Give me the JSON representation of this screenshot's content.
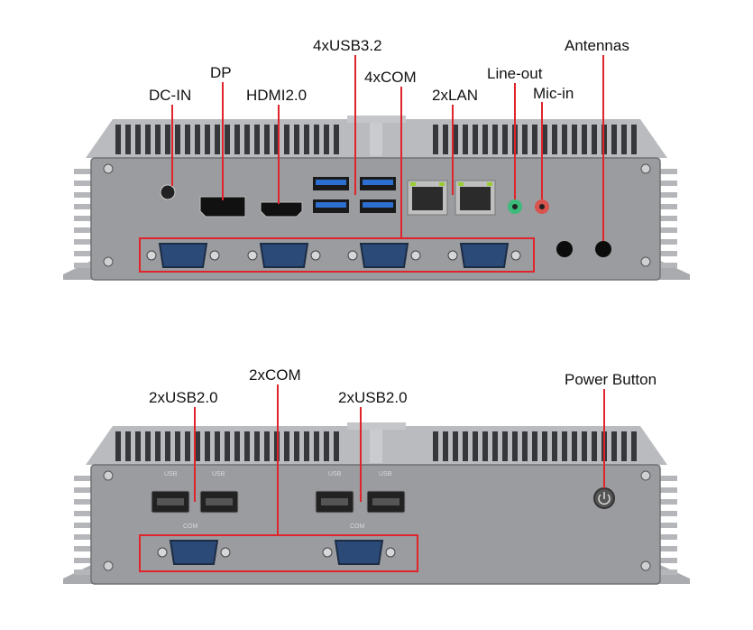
{
  "colors": {
    "callout": "#e0242b",
    "panel": "#9a9c9f",
    "fin": "#35373a",
    "usb3": "#2d6fd0",
    "com": "#2c4a78",
    "line_out": "#3dbb7a",
    "mic_in": "#d9534f"
  },
  "rear_view": {
    "labels": {
      "dc_in": "DC-IN",
      "dp": "DP",
      "hdmi": "HDMI2.0",
      "usb32": "4xUSB3.2",
      "com": "4xCOM",
      "lan": "2xLAN",
      "line_out": "Line-out",
      "mic_in": "Mic-in",
      "antennas": "Antennas"
    }
  },
  "front_view": {
    "labels": {
      "com": "2xCOM",
      "usb20_left": "2xUSB2.0",
      "usb20_right": "2xUSB2.0",
      "power": "Power Button"
    },
    "port_silk": {
      "usb": "USB",
      "com": "COM"
    }
  }
}
